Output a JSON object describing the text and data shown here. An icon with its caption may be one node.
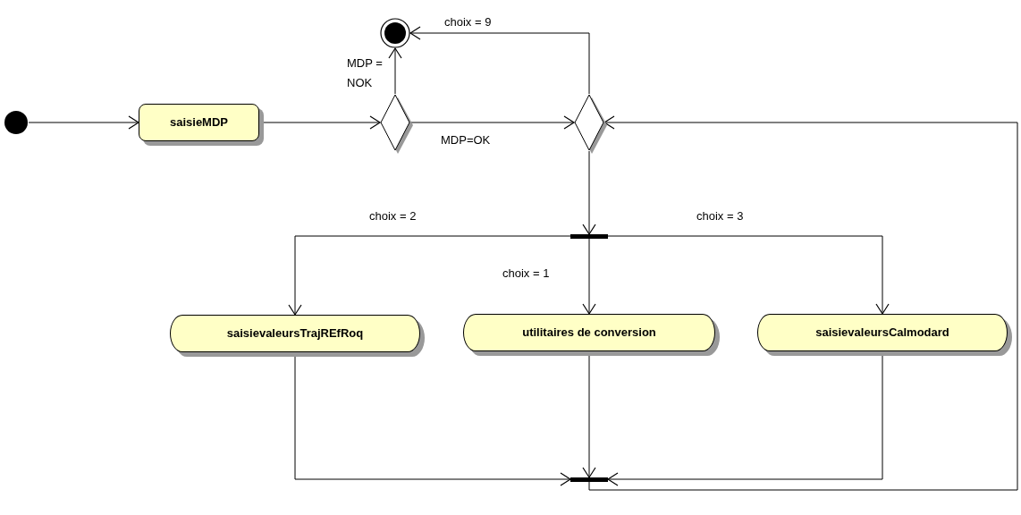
{
  "diagram": {
    "nodes": [
      {
        "text": [],
        "shape": "circle"
      },
      {
        "text": [
          "saisieMDP"
        ]
      },
      {
        "text": [],
        "shape": "diamond"
      },
      {
        "text": [],
        "shape": "circle"
      },
      {
        "text": [],
        "shape": "diamond"
      },
      {
        "text": [],
        "shape": "bar"
      },
      {
        "text": [
          "saisievaleursTrajREfRoq"
        ]
      },
      {
        "text": [
          "utilitaires de conversion"
        ]
      },
      {
        "text": [
          "saisievaleursCalmodard"
        ]
      },
      {
        "text": [],
        "shape": "bar"
      }
    ],
    "edges": [
      {
        "from": 0,
        "to": 1,
        "arrow": "to"
      },
      {
        "from": 1,
        "to": 2,
        "arrow": "to"
      },
      {
        "from": 2,
        "to": 3,
        "arrow": "to",
        "label": "MDP = NOK"
      },
      {
        "from": 2,
        "to": 4,
        "arrow": "to",
        "label": "MDP=OK"
      },
      {
        "from": 4,
        "to": 3,
        "arrow": "to",
        "label": "choix = 9"
      },
      {
        "from": 4,
        "to": 5,
        "arrow": "to"
      },
      {
        "from": 5,
        "to": 6,
        "arrow": "to",
        "label": "choix = 2"
      },
      {
        "from": 5,
        "to": 7,
        "arrow": "to",
        "label": "choix = 1"
      },
      {
        "from": 5,
        "to": 8,
        "arrow": "to",
        "label": "choix = 3"
      },
      {
        "from": 6,
        "to": 9,
        "arrow": "to"
      },
      {
        "from": 7,
        "to": 9,
        "arrow": "to"
      },
      {
        "from": 8,
        "to": 9,
        "arrow": "to"
      },
      {
        "from": 9,
        "to": 4,
        "arrow": "to"
      }
    ]
  }
}
